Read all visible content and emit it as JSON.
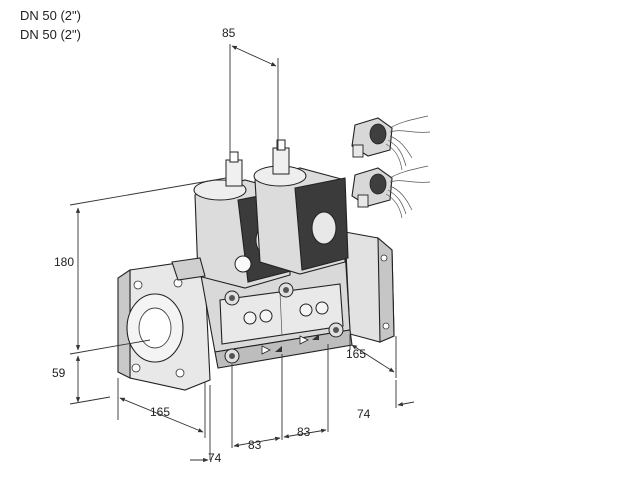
{
  "header": {
    "line1": "DN 50 (2\")",
    "line2": "DN 50 (2\")"
  },
  "dimensions": {
    "width_top": "85",
    "height": "180",
    "flange_offset": "59",
    "left_depth": "165",
    "left_edge": "74",
    "spacing_1": "83",
    "spacing_2": "83",
    "right_depth": "165",
    "right_edge": "74"
  },
  "colors": {
    "line": "#333333",
    "metal_light": "#e6e6e6",
    "metal_mid": "#c8c8c8",
    "metal_dark": "#5a5a5a",
    "actuator_dark": "#3a3a3a"
  }
}
